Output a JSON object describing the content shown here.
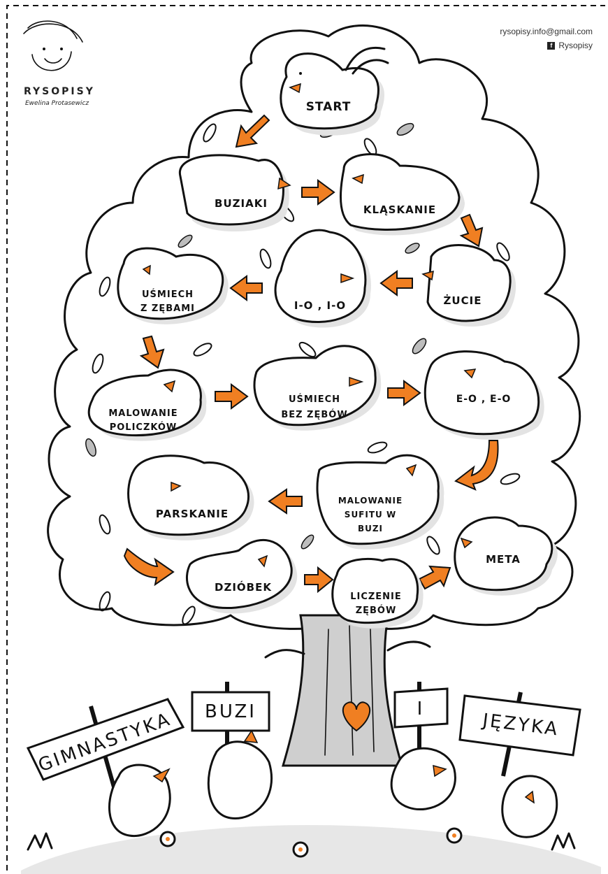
{
  "brand": {
    "name": "RYSOPISY",
    "author": "Ewelina Protasewicz"
  },
  "contact": {
    "email": "rysopisy.info@gmail.com",
    "facebook": "Rysopisy",
    "facebook_icon": "facebook-icon"
  },
  "colors": {
    "accent": "#f07f22",
    "ink": "#111111",
    "shadow": "#e3e3e3",
    "leaf_gray": "#bdbdbd"
  },
  "steps": [
    {
      "label": "START"
    },
    {
      "label": "BUZIAKI"
    },
    {
      "label": "KLĄSKANIE"
    },
    {
      "label": "ŻUCIE"
    },
    {
      "label": "I-O , I-O"
    },
    {
      "label": "UŚMIECH",
      "label2": "Z ZĘBAMI"
    },
    {
      "label": "MALOWANIE",
      "label2": "POLICZKÓW"
    },
    {
      "label": "UŚMIECH",
      "label2": "BEZ ZĘBÓW"
    },
    {
      "label": "E-O , E-O"
    },
    {
      "label": "MALOWANIE",
      "label2": "SUFITU W",
      "label3": "BUZI"
    },
    {
      "label": "PARSKANIE"
    },
    {
      "label": "DZIÓBEK"
    },
    {
      "label": "LICZENIE",
      "label2": "ZĘBÓW"
    },
    {
      "label": "META"
    }
  ],
  "signs": [
    "GIMNASTYKA",
    "BUZI",
    "I",
    "JĘZYKA"
  ]
}
